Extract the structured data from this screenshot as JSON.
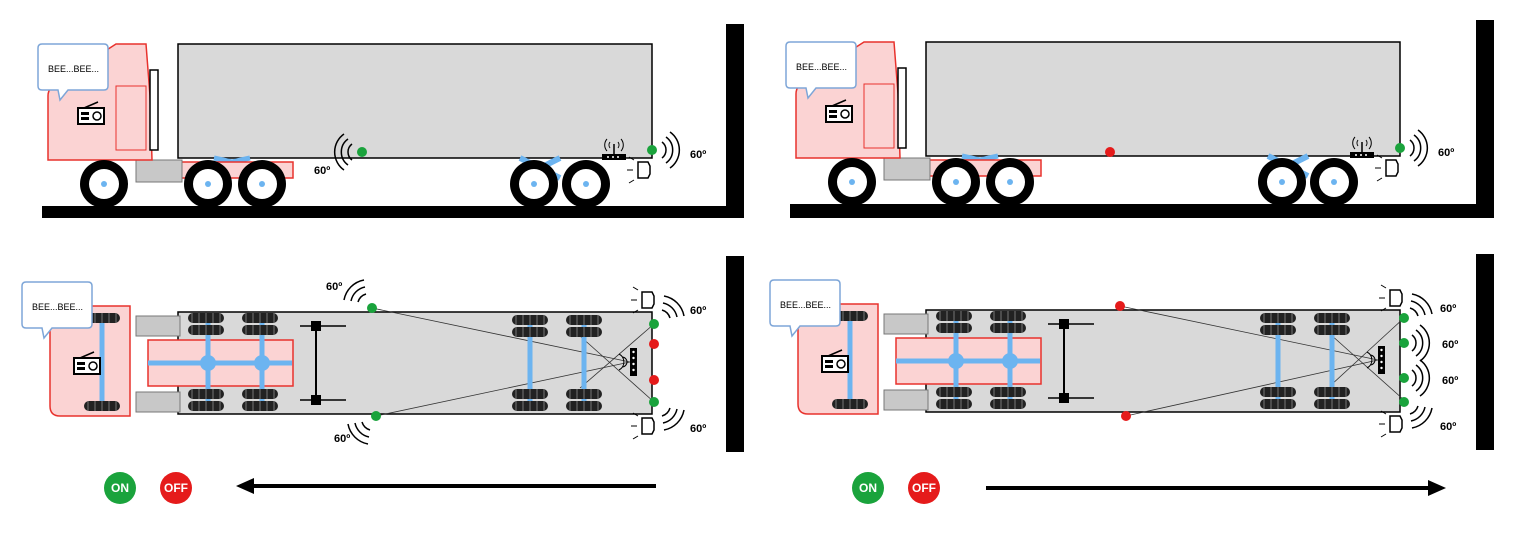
{
  "bubble_text": "BEE...BEE...",
  "legend": {
    "on_label": "ON",
    "off_label": "OFF"
  },
  "colors": {
    "sensor_on": "#1aa33c",
    "sensor_off": "#e51b1b",
    "trailer_fill": "#d9d9d9",
    "cab_fill": "#fbd3d3",
    "cab_stroke": "#e8322d",
    "axle": "#6cb4f0",
    "ground": "#000000",
    "bubble_stroke": "#7ea6d8"
  },
  "panels": {
    "top_left": {
      "labels": [
        "60º",
        "60º"
      ]
    },
    "top_right": {
      "labels": [
        "60º"
      ]
    },
    "bottom_left": {
      "labels": [
        "60º",
        "60º",
        "60º",
        "60º"
      ]
    },
    "bottom_right": {
      "labels": [
        "60º",
        "60º",
        "60º",
        "60º"
      ]
    }
  }
}
